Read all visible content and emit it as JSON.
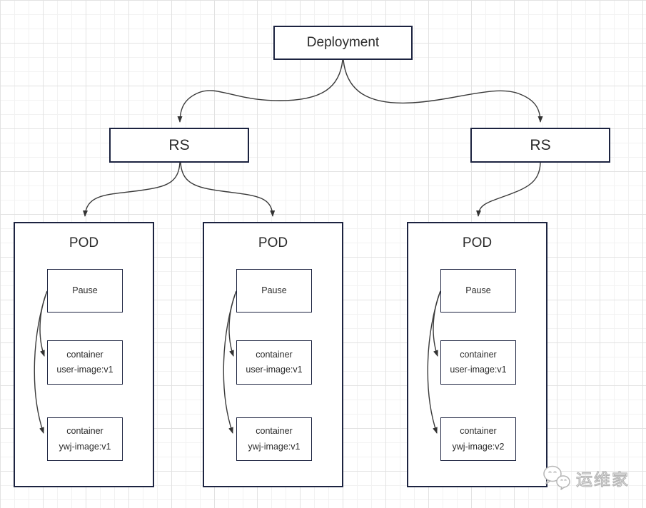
{
  "canvas": {
    "background": "#ffffff",
    "grid_minor_color": "#f2f2f2",
    "grid_major_color": "#e2e2e2",
    "box_border_color": "#1c2340",
    "arrow_color": "#3a3a3a",
    "text_color": "#2b2b2b"
  },
  "nodes": {
    "deployment": {
      "label": "Deployment"
    },
    "rs_left": {
      "label": "RS"
    },
    "rs_right": {
      "label": "RS"
    }
  },
  "pods": [
    {
      "title": "POD",
      "pause_label": "Pause",
      "containers": [
        {
          "line1": "container",
          "line2": "user-image:v1"
        },
        {
          "line1": "container",
          "line2": "ywj-image:v1"
        }
      ]
    },
    {
      "title": "POD",
      "pause_label": "Pause",
      "containers": [
        {
          "line1": "container",
          "line2": "user-image:v1"
        },
        {
          "line1": "container",
          "line2": "ywj-image:v1"
        }
      ]
    },
    {
      "title": "POD",
      "pause_label": "Pause",
      "containers": [
        {
          "line1": "container",
          "line2": "user-image:v1"
        },
        {
          "line1": "container",
          "line2": "ywj-image:v2"
        }
      ]
    }
  ],
  "watermark": {
    "icon": "wechat-icon",
    "text": "运维家"
  }
}
